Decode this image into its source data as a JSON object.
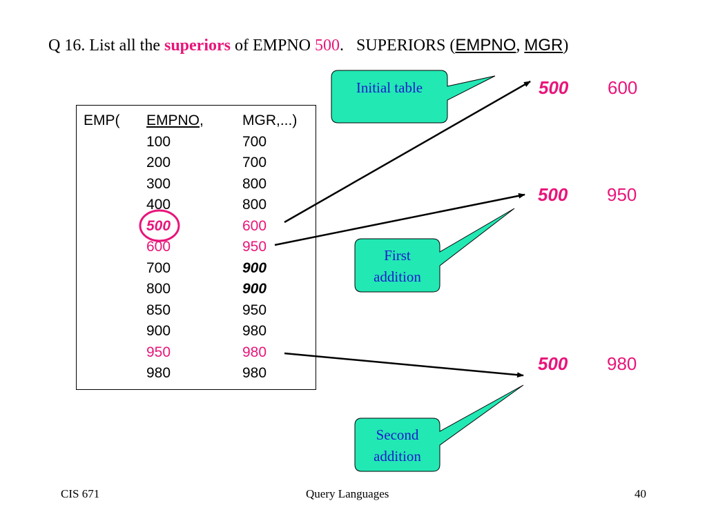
{
  "title": {
    "prefix": "Q 16. List all the ",
    "highlight": "superiors",
    "middle": " of EMPNO ",
    "empno": "500",
    "dot": ".",
    "superiors_prefix": "SUPERIORS (",
    "col1": "EMPNO",
    "comma": ", ",
    "col2": "MGR",
    "close": ")"
  },
  "emp_table": {
    "header": {
      "name": "EMP(",
      "col1": "EMPNO",
      "col1_suffix": ",",
      "col2": "MGR,...)"
    },
    "rows": [
      {
        "empno": "100",
        "mgr": "700"
      },
      {
        "empno": "200",
        "mgr": "700"
      },
      {
        "empno": "300",
        "mgr": "800"
      },
      {
        "empno": "400",
        "mgr": "800"
      },
      {
        "empno": "500",
        "mgr": "600"
      },
      {
        "empno": "600",
        "mgr": "950"
      },
      {
        "empno": "700",
        "mgr": "900"
      },
      {
        "empno": "800",
        "mgr": "900"
      },
      {
        "empno": "850",
        "mgr": "950"
      },
      {
        "empno": "900",
        "mgr": "980"
      },
      {
        "empno": "950",
        "mgr": "980"
      },
      {
        "empno": "980",
        "mgr": "980"
      }
    ]
  },
  "callouts": {
    "initial": "Initial table",
    "first_line1": "First",
    "first_line2": "addition",
    "second_line1": "Second",
    "second_line2": "addition"
  },
  "results": [
    {
      "empno": "500",
      "mgr": "600"
    },
    {
      "empno": "500",
      "mgr": "950"
    },
    {
      "empno": "500",
      "mgr": "980"
    }
  ],
  "footer": {
    "left": "CIS 671",
    "center": "Query Languages",
    "right": "40"
  },
  "colors": {
    "highlight": "#e8157a",
    "callout_fill": "#22e8b4",
    "callout_text": "#1a1acc",
    "arrow": "#000000"
  }
}
